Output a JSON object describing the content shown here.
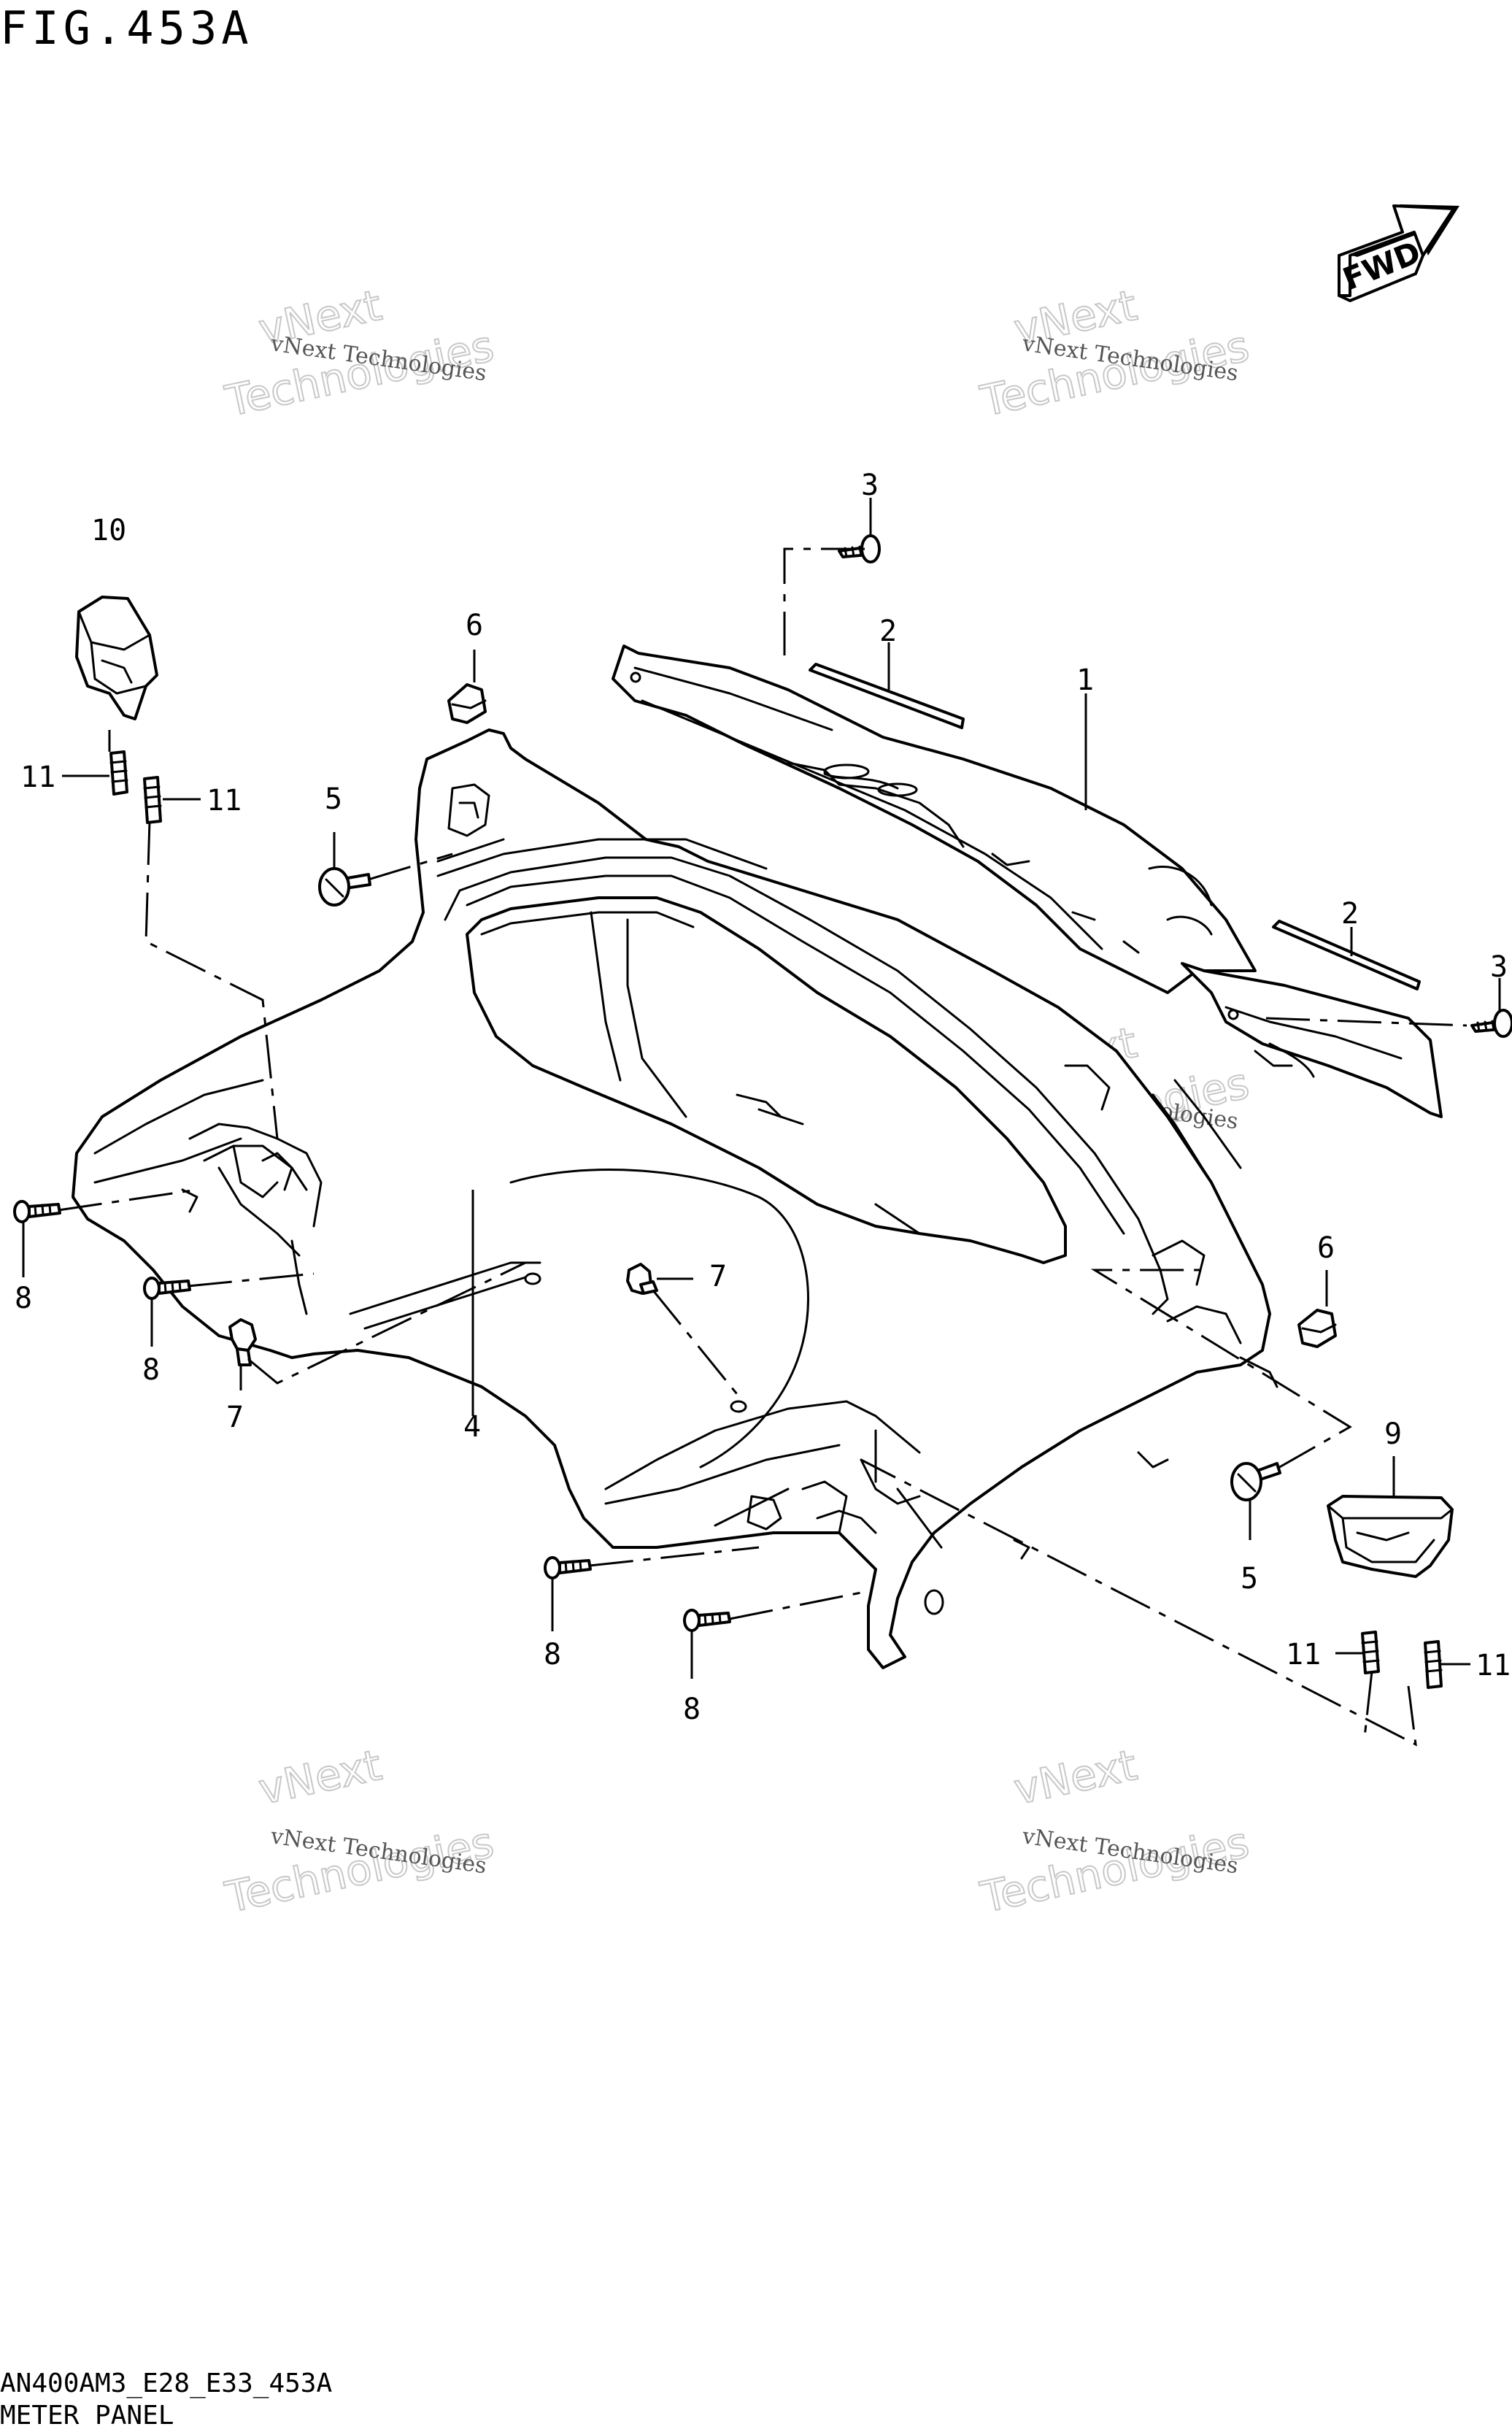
{
  "figure": {
    "title": "FIG.453A",
    "code": "AN400AM3_E28_E33_453A",
    "caption": "METER PANEL"
  },
  "fwd_badge": "FWD",
  "watermark": {
    "small": "vNext Technologies",
    "big_top": "vNext",
    "big_bottom": "Technologies"
  },
  "callouts": {
    "c1": "1",
    "c2a": "2",
    "c2b": "2",
    "c3a": "3",
    "c3b": "3",
    "c4": "4",
    "c5a": "5",
    "c5b": "5",
    "c6a": "6",
    "c6b": "6",
    "c7a": "7",
    "c7b": "7",
    "c8a": "8",
    "c8b": "8",
    "c8c": "8",
    "c8d": "8",
    "c9": "9",
    "c10": "10",
    "c11a": "11",
    "c11b": "11",
    "c11c": "11",
    "c11d": "11"
  }
}
